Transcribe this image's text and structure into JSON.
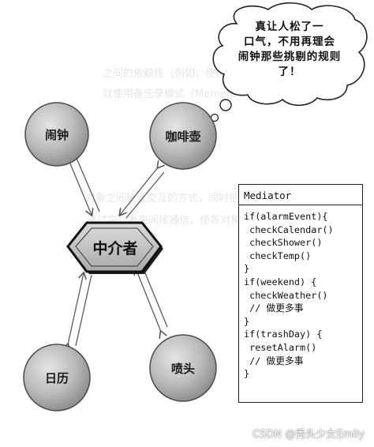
{
  "thought_bubble": {
    "lines": [
      "真让人松了一",
      "口气，不用再理会",
      "闹钟那些挑剔的规则",
      "了！"
    ]
  },
  "nodes": {
    "alarm": "闹钟",
    "coffee_pot": "咖啡壶",
    "calendar": "日历",
    "sprinkler": "喷头",
    "mediator": "中介者"
  },
  "code_box": {
    "title": "Mediator",
    "lines": [
      "if(alarmEvent){",
      " checkCalendar()",
      " checkShower()",
      " checkTemp()",
      "}",
      "if(weekend) {",
      " checkWeather()",
      " // 做更多事",
      "}",
      "if(trashDay) {",
      " resetAlarm()",
      " // 做更多事",
      "}"
    ]
  },
  "watermark": "CSDN @秃头少女Emily",
  "colors": {
    "node_fill": "#bdbdbd",
    "node_stroke": "#4a4a4a",
    "hub_fill": "#d0d0d0",
    "arrow": "#555555"
  }
}
